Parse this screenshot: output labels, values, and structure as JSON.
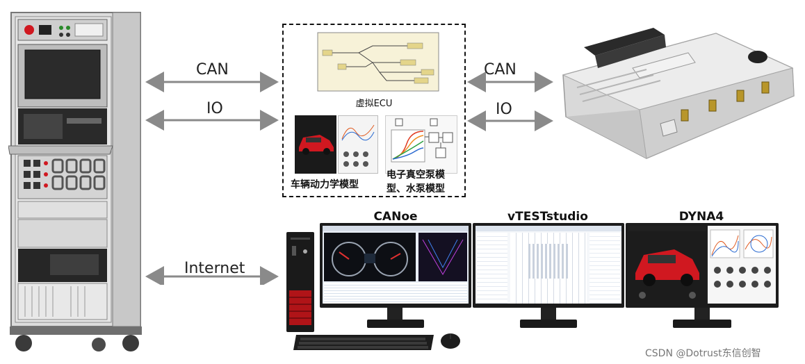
{
  "links": {
    "can_left": "CAN",
    "io_left": "IO",
    "internet": "Internet",
    "can_right": "CAN",
    "io_right": "IO"
  },
  "virtual_box": {
    "virtual_ecu_label": "虚拟ECU",
    "vehicle_model_label": "车辆动力学模型",
    "pump_model_label_line1": "电子真空泵模",
    "pump_model_label_line2": "型、水泵模型"
  },
  "monitors": [
    {
      "title": "CANoe"
    },
    {
      "title": "vTESTstudio"
    },
    {
      "title": "DYNA4"
    }
  ],
  "watermark": "CSDN @Dotrust东信创智",
  "colors": {
    "arrow": "#8a8a8a",
    "accent_red": "#d01820"
  }
}
